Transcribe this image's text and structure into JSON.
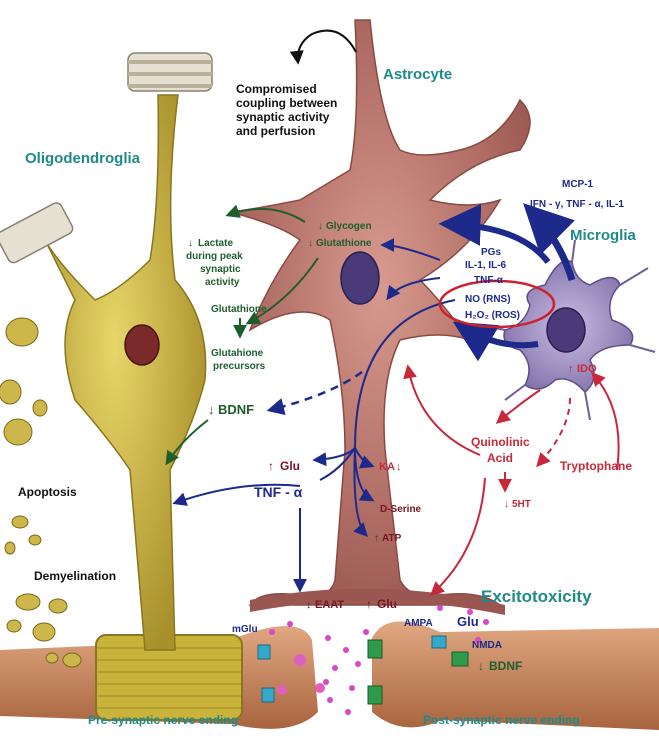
{
  "titles": {
    "astrocyte": "Astrocyte",
    "oligodendroglia": "Oligodendroglia",
    "microglia": "Microglia",
    "excitotoxicity": "Excitotoxicity"
  },
  "coupling_note": [
    "Compromised",
    "coupling between",
    "synaptic activity",
    "and perfusion"
  ],
  "microglia_inputs": {
    "line1": "MCP-1",
    "line2": "IFN - γ, TNF - α, IL-1"
  },
  "astro_labels": {
    "glycogen": "Glycogen",
    "glutathione": "Glutathione"
  },
  "lactate": [
    "Lactate",
    "during peak",
    "synaptic",
    "activity"
  ],
  "glutathione_path": {
    "top": "Glutathione",
    "bottom": [
      "Glutahione",
      "precursors"
    ]
  },
  "cytokines": [
    "PGs",
    "IL-1, IL-6",
    "TNF-α"
  ],
  "oxidants": {
    "rns": "NO (RNS)",
    "ros": "H₂O₂ (ROS)"
  },
  "bdnf": "BDNF",
  "glu_release": "Glu",
  "tnf_alpha": "TNF - α",
  "ka": "KA",
  "d_serine": "D-Serine",
  "atp": "ATP",
  "ido": "IDO",
  "quinolinic": [
    "Quinolinic",
    "Acid"
  ],
  "tryptophane": "Tryptophane",
  "ht5": "5HT",
  "left_labels": {
    "apoptosis": "Apoptosis",
    "demyelination": "Demyelination"
  },
  "synapse": {
    "eaat": "EAAT",
    "glu": "Glu",
    "mglu": "mGlu",
    "ampa": "AMPA",
    "glu_post": "Glu",
    "nmda": "NMDA",
    "bdnf_post": "BDNF",
    "pre_label": "Pre-synaptic nerve ending",
    "post_label": "Post-synaptic nerve ending"
  },
  "colors": {
    "teal_title": "#1f8a8a",
    "green": "#1e5e2e",
    "navy": "#1d2a8c",
    "red": "#c8283a",
    "maroon": "#7a1420",
    "oligo": "#c9b33a",
    "astro": "#b7706a",
    "microglia": "#9e8cc2",
    "nerve": "#c98a62"
  }
}
